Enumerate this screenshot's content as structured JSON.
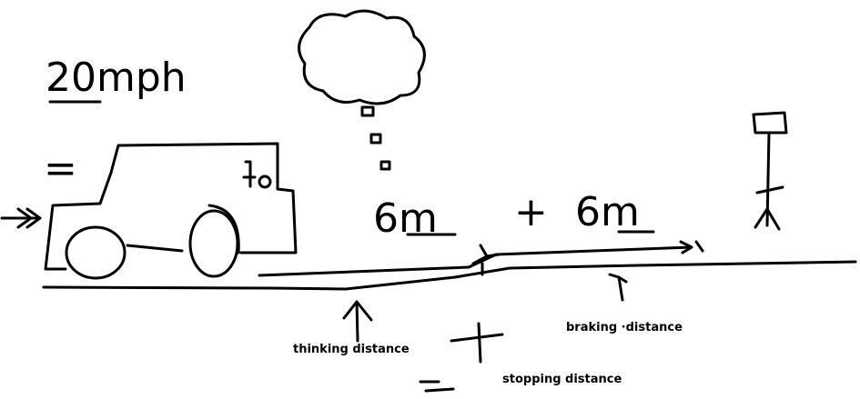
{
  "speed": "20mph",
  "equals_sign": "=",
  "thinking_value": "6m",
  "plus_sign": "+",
  "braking_value": "6m",
  "labels": {
    "thinking": "thinking  distance",
    "braking": "braking ·distance",
    "stopping": "stopping  distance"
  },
  "big_plus": "+",
  "big_equals": "="
}
